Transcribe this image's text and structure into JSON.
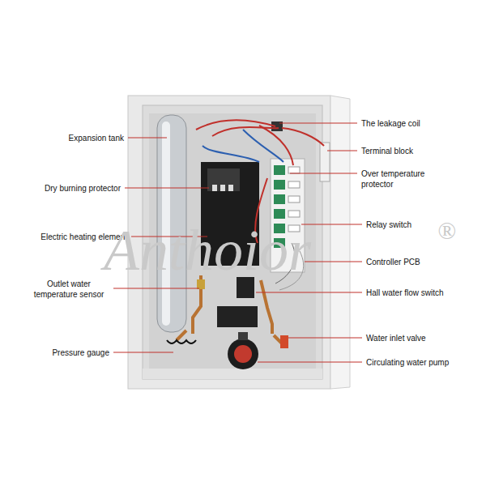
{
  "diagram": {
    "labels": [
      "Expansion tank",
      "Dry burning protector",
      "Electric heating element",
      "Outlet water temperature sensor",
      "Pressure gauge",
      "The leakage coil",
      "Terminal block",
      "Over temperature protector",
      "Relay switch",
      "Controller PCB",
      "Hall water flow switch",
      "Water inlet valve",
      "Circulating water pump",
      "Anthoior",
      "®"
    ]
  }
}
